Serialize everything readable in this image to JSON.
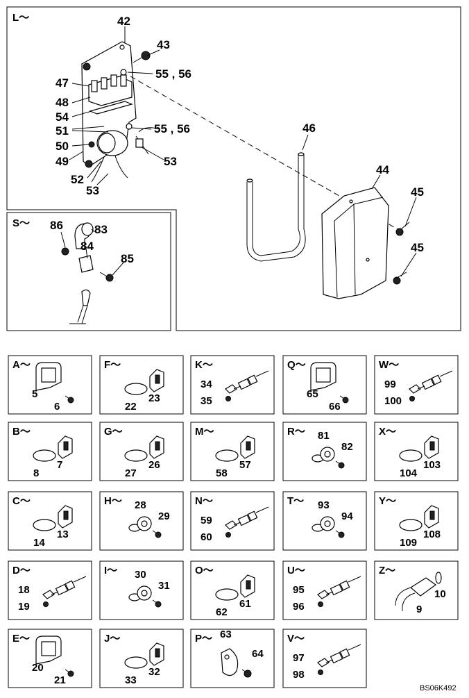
{
  "main": {
    "section_label": "L～",
    "labels": [
      "42",
      "43",
      "55 , 56",
      "47",
      "48",
      "54",
      "51",
      "55 , 56",
      "50",
      "49",
      "52",
      "53",
      "53",
      "46",
      "44",
      "45",
      "45"
    ]
  },
  "inset_s": {
    "section_label": "S～",
    "labels": [
      "86",
      "83",
      "84",
      "85"
    ]
  },
  "boxes": [
    {
      "label": "A～",
      "parts": [
        "5",
        "6"
      ],
      "type": "clip"
    },
    {
      "label": "F～",
      "parts": [
        "23",
        "22"
      ],
      "type": "band"
    },
    {
      "label": "K～",
      "parts": [
        "34",
        "35"
      ],
      "type": "conn"
    },
    {
      "label": "Q～",
      "parts": [
        "65",
        "66"
      ],
      "type": "clip"
    },
    {
      "label": "W～",
      "parts": [
        "99",
        "100"
      ],
      "type": "conn"
    },
    {
      "label": "B～",
      "parts": [
        "7",
        "8"
      ],
      "type": "band"
    },
    {
      "label": "G～",
      "parts": [
        "26",
        "27"
      ],
      "type": "band"
    },
    {
      "label": "M～",
      "parts": [
        "57",
        "58"
      ],
      "type": "band"
    },
    {
      "label": "R～",
      "parts": [
        "81",
        "82"
      ],
      "type": "ring"
    },
    {
      "label": "X～",
      "parts": [
        "103",
        "104"
      ],
      "type": "band"
    },
    {
      "label": "C～",
      "parts": [
        "13",
        "14"
      ],
      "type": "band"
    },
    {
      "label": "H～",
      "parts": [
        "28",
        "29"
      ],
      "type": "ring"
    },
    {
      "label": "N～",
      "parts": [
        "59",
        "60"
      ],
      "type": "conn"
    },
    {
      "label": "T～",
      "parts": [
        "93",
        "94"
      ],
      "type": "ring"
    },
    {
      "label": "Y～",
      "parts": [
        "108",
        "109"
      ],
      "type": "band"
    },
    {
      "label": "D～",
      "parts": [
        "18",
        "19"
      ],
      "type": "conn"
    },
    {
      "label": "I～",
      "parts": [
        "30",
        "31"
      ],
      "type": "ring"
    },
    {
      "label": "O～",
      "parts": [
        "61",
        "62"
      ],
      "type": "band"
    },
    {
      "label": "U～",
      "parts": [
        "95",
        "96"
      ],
      "type": "conn"
    },
    {
      "label": "Z～",
      "parts": [
        "10",
        "9"
      ],
      "type": "fitting"
    },
    {
      "label": "E～",
      "parts": [
        "20",
        "21"
      ],
      "type": "clip"
    },
    {
      "label": "J～",
      "parts": [
        "32",
        "33"
      ],
      "type": "band"
    },
    {
      "label": "P～",
      "parts": [
        "63",
        "64"
      ],
      "type": "pclamp"
    },
    {
      "label": "V～",
      "parts": [
        "97",
        "98"
      ],
      "type": "conn"
    }
  ],
  "footer": {
    "code": "BS06K492"
  }
}
